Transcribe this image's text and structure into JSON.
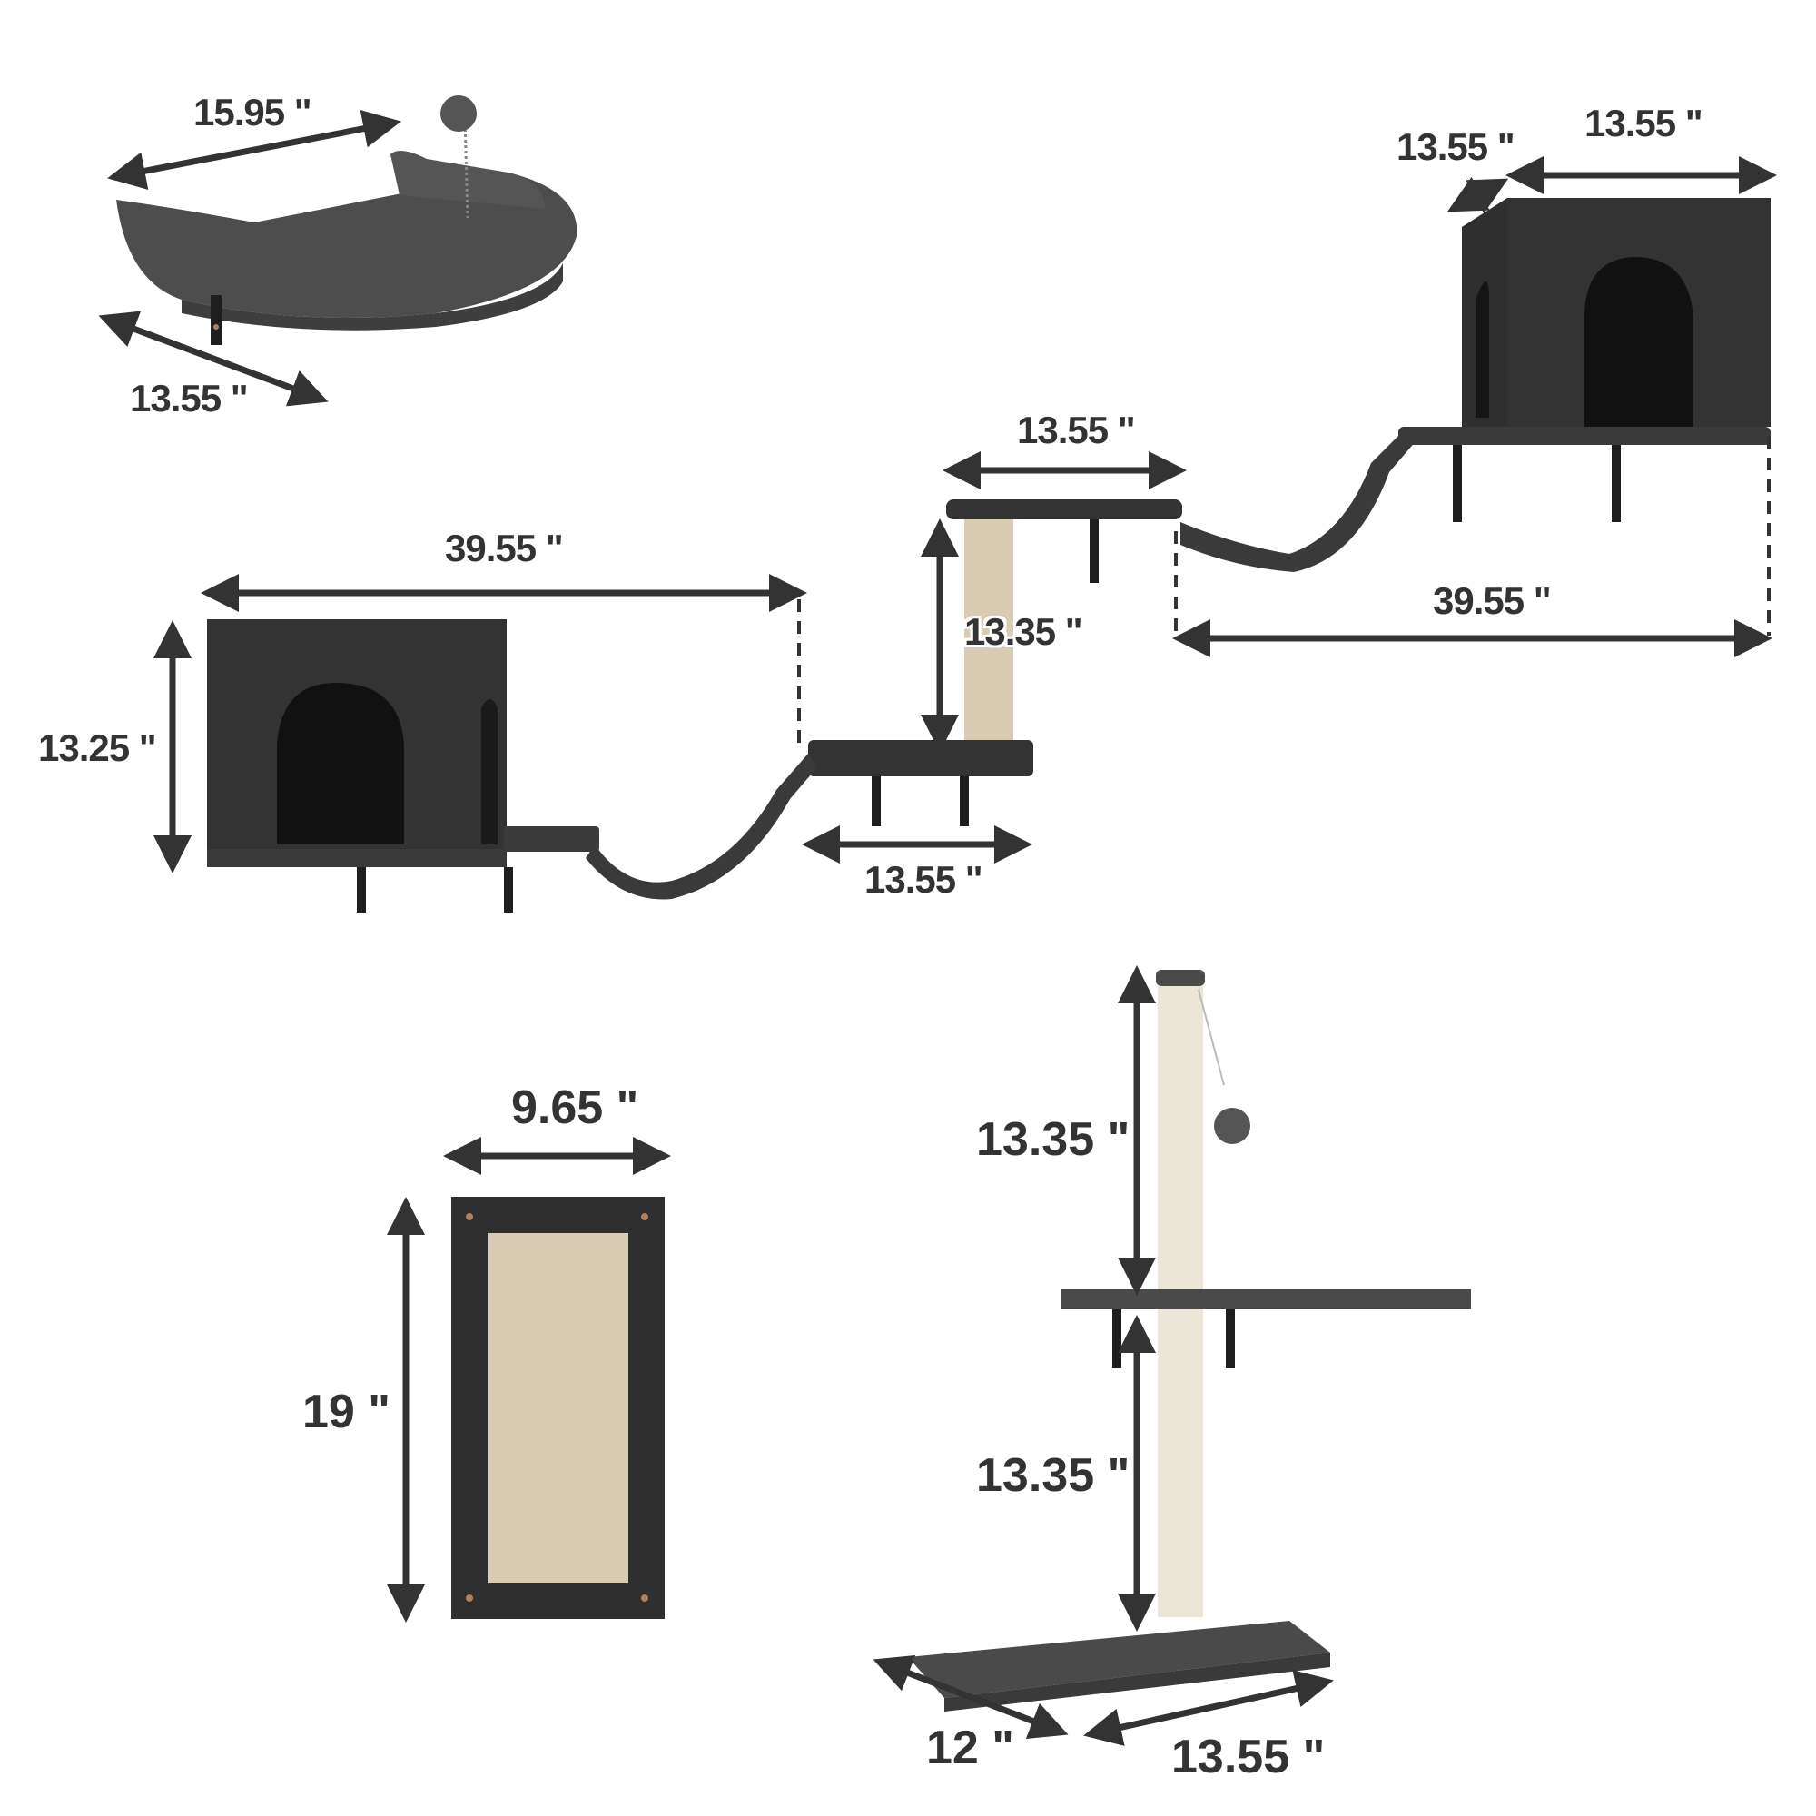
{
  "diagram": {
    "title": "Wall-mounted cat furniture set dimensions",
    "unit": "inches",
    "colors": {
      "arrow": "#333333",
      "plush_dark": "#2f2f2f",
      "plush_grey": "#4a4a4a",
      "sisal": "#d8ccb4",
      "sisal_light": "#ece6d8",
      "bracket": "#1e1e1e"
    },
    "components": [
      {
        "name": "Cat bed perch with spring ball toy",
        "dimensions": {
          "width": "15.95 \"",
          "depth": "13.55 \""
        }
      },
      {
        "name": "Cat condo with platform (upper right)",
        "dimensions": {
          "depth": "13.55 \"",
          "width": "13.55 \""
        }
      },
      {
        "name": "Upper step platform with scratching post",
        "dimensions": {
          "width": "13.55 \"",
          "post_height": "13.35 \""
        }
      },
      {
        "name": "Upper bridge span",
        "dimensions": {
          "span": "39.55 \""
        }
      },
      {
        "name": "Cat condo with platform (left)",
        "dimensions": {
          "height": "13.25 \"",
          "span_to_bridge_end": "39.55 \""
        }
      },
      {
        "name": "Lower step platform",
        "dimensions": {
          "width": "13.55 \""
        }
      },
      {
        "name": "Sisal scratching pad",
        "dimensions": {
          "width": "9.65 \"",
          "height": "19 \""
        }
      },
      {
        "name": "Two-tier scratching post with hanging ball",
        "dimensions": {
          "upper_post_height": "13.35 \"",
          "lower_post_height": "13.35 \"",
          "base_depth": "12 \"",
          "base_width": "13.55 \""
        }
      }
    ]
  }
}
